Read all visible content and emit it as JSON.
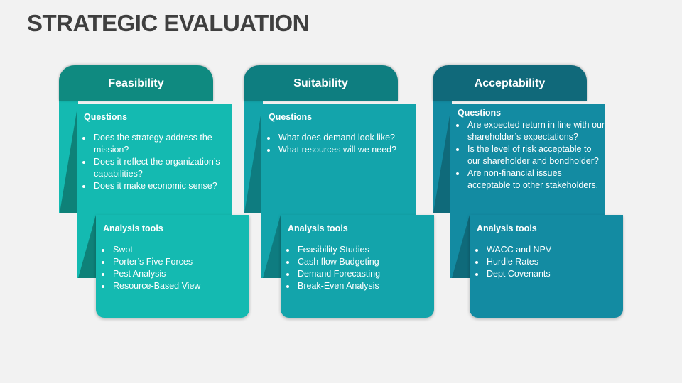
{
  "title": "STRATEGIC EVALUATION",
  "columns": [
    {
      "header": "Feasibility",
      "questions_label": "Questions",
      "questions": [
        "Does the strategy address the mission?",
        "Does it reflect the organization’s capabilities?",
        "Does it make economic sense?"
      ],
      "tools_label": "Analysis tools",
      "tools": [
        "Swot",
        "Porter’s Five Forces",
        "Pest Analysis",
        "Resource-Based View"
      ],
      "colors": {
        "header": "#0f8a80",
        "body": "#14bab1",
        "shade": "#0e8178"
      }
    },
    {
      "header": "Suitability",
      "questions_label": "Questions",
      "questions": [
        "What does demand look like?",
        "What resources will we need?"
      ],
      "tools_label": "Analysis tools",
      "tools": [
        "Feasibility Studies",
        "Cash flow Budgeting",
        "Demand Forecasting",
        "Break-Even Analysis"
      ],
      "colors": {
        "header": "#0e7e80",
        "body": "#13a4ab",
        "shade": "#0e7c80"
      }
    },
    {
      "header": "Acceptability",
      "questions_label": "Questions",
      "questions": [
        "Are expected return in line with our shareholder’s expectations?",
        "Is the level of risk acceptable to our shareholder and bondholder?",
        "Are non-financial issues acceptable to other stakeholders."
      ],
      "tools_label": "Analysis tools",
      "tools": [
        "WACC and NPV",
        "Hurdle Rates",
        "Dept Covenants"
      ],
      "colors": {
        "header": "#10697a",
        "body": "#138ba2",
        "shade": "#0f6a7a"
      }
    }
  ]
}
